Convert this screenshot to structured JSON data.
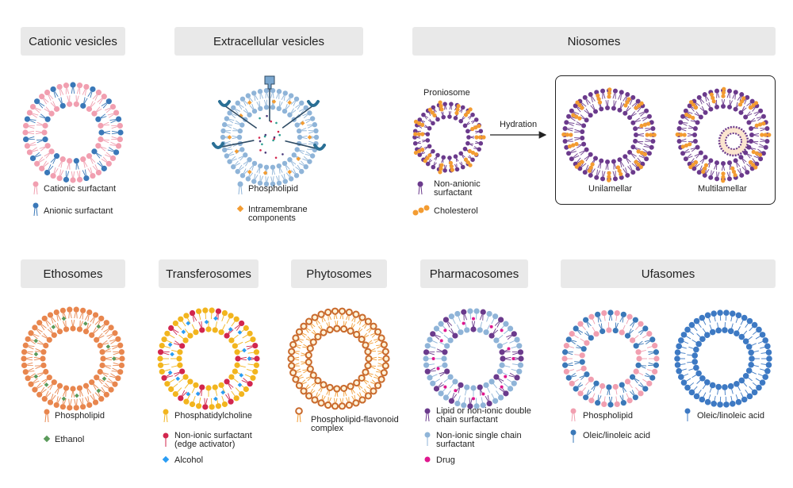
{
  "titles": {
    "cationic": "Cationic vesicles",
    "extracellular": "Extracellular vesicles",
    "niosomes": "Niosomes",
    "ethosomes": "Ethosomes",
    "transferosomes": "Transferosomes",
    "phytosomes": "Phytosomes",
    "pharmacosomes": "Pharmacosomes",
    "ufasomes": "Ufasomes"
  },
  "legends": {
    "cationic": [
      "Cationic surfactant",
      "Anionic surfactant"
    ],
    "extracellular": [
      "Phospholipid",
      "Intramembrane components"
    ],
    "niosomes": [
      "Non-anionic surfactant",
      "Cholesterol"
    ],
    "ethosomes": [
      "Phospholipid",
      "Ethanol"
    ],
    "transferosomes": [
      "Phosphatidylcholine",
      "Non-ionic surfactant (edge activator)",
      "Alcohol"
    ],
    "phytosomes": [
      "Phospholipid-flavonoid complex"
    ],
    "pharmacosomes": [
      "Lipid or non-ionic double chain surfactant",
      "Non-ionic single chain surfactant",
      "Drug"
    ],
    "ufasomes_a": [
      "Phospholipid",
      "Oleic/linoleic acid"
    ],
    "ufasomes_b": [
      "Oleic/linoleic acid"
    ]
  },
  "niosome_labels": {
    "proniosome": "Proniosome",
    "hydration": "Hydration",
    "unilamellar": "Unilamellar",
    "multilamellar": "Multilamellar"
  },
  "colors": {
    "pink": "#f19fb0",
    "blue": "#3a78b8",
    "lightblue": "#8fb4d8",
    "purple": "#6b3a8c",
    "orange": "#f39c32",
    "peach": "#e8864e",
    "green": "#5a9a5a",
    "yellow": "#f2b51e",
    "crimson": "#d2264e",
    "magenta": "#e0178e",
    "skyblue": "#2a9df4",
    "brown": "#c96a2c",
    "darkblue": "#3d79c3"
  }
}
